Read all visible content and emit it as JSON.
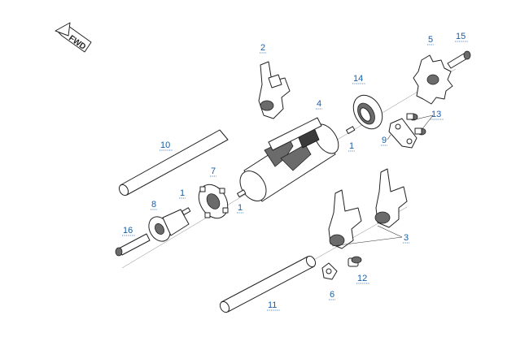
{
  "fwd_label": "FWD",
  "callouts": [
    {
      "id": "1a",
      "label": "1"
    },
    {
      "id": "1b",
      "label": "1"
    },
    {
      "id": "1c",
      "label": "1"
    },
    {
      "id": "2",
      "label": "2"
    },
    {
      "id": "3",
      "label": "3"
    },
    {
      "id": "4",
      "label": "4"
    },
    {
      "id": "5",
      "label": "5"
    },
    {
      "id": "6",
      "label": "6"
    },
    {
      "id": "7",
      "label": "7"
    },
    {
      "id": "8",
      "label": "8"
    },
    {
      "id": "9",
      "label": "9"
    },
    {
      "id": "10",
      "label": "10"
    },
    {
      "id": "11",
      "label": "11"
    },
    {
      "id": "12",
      "label": "12"
    },
    {
      "id": "13",
      "label": "13"
    },
    {
      "id": "14",
      "label": "14"
    },
    {
      "id": "15",
      "label": "15"
    },
    {
      "id": "16",
      "label": "16"
    }
  ],
  "colors": {
    "callout": "#1a5fa8",
    "outline": "#222222",
    "shade": "#6b6b6b"
  }
}
